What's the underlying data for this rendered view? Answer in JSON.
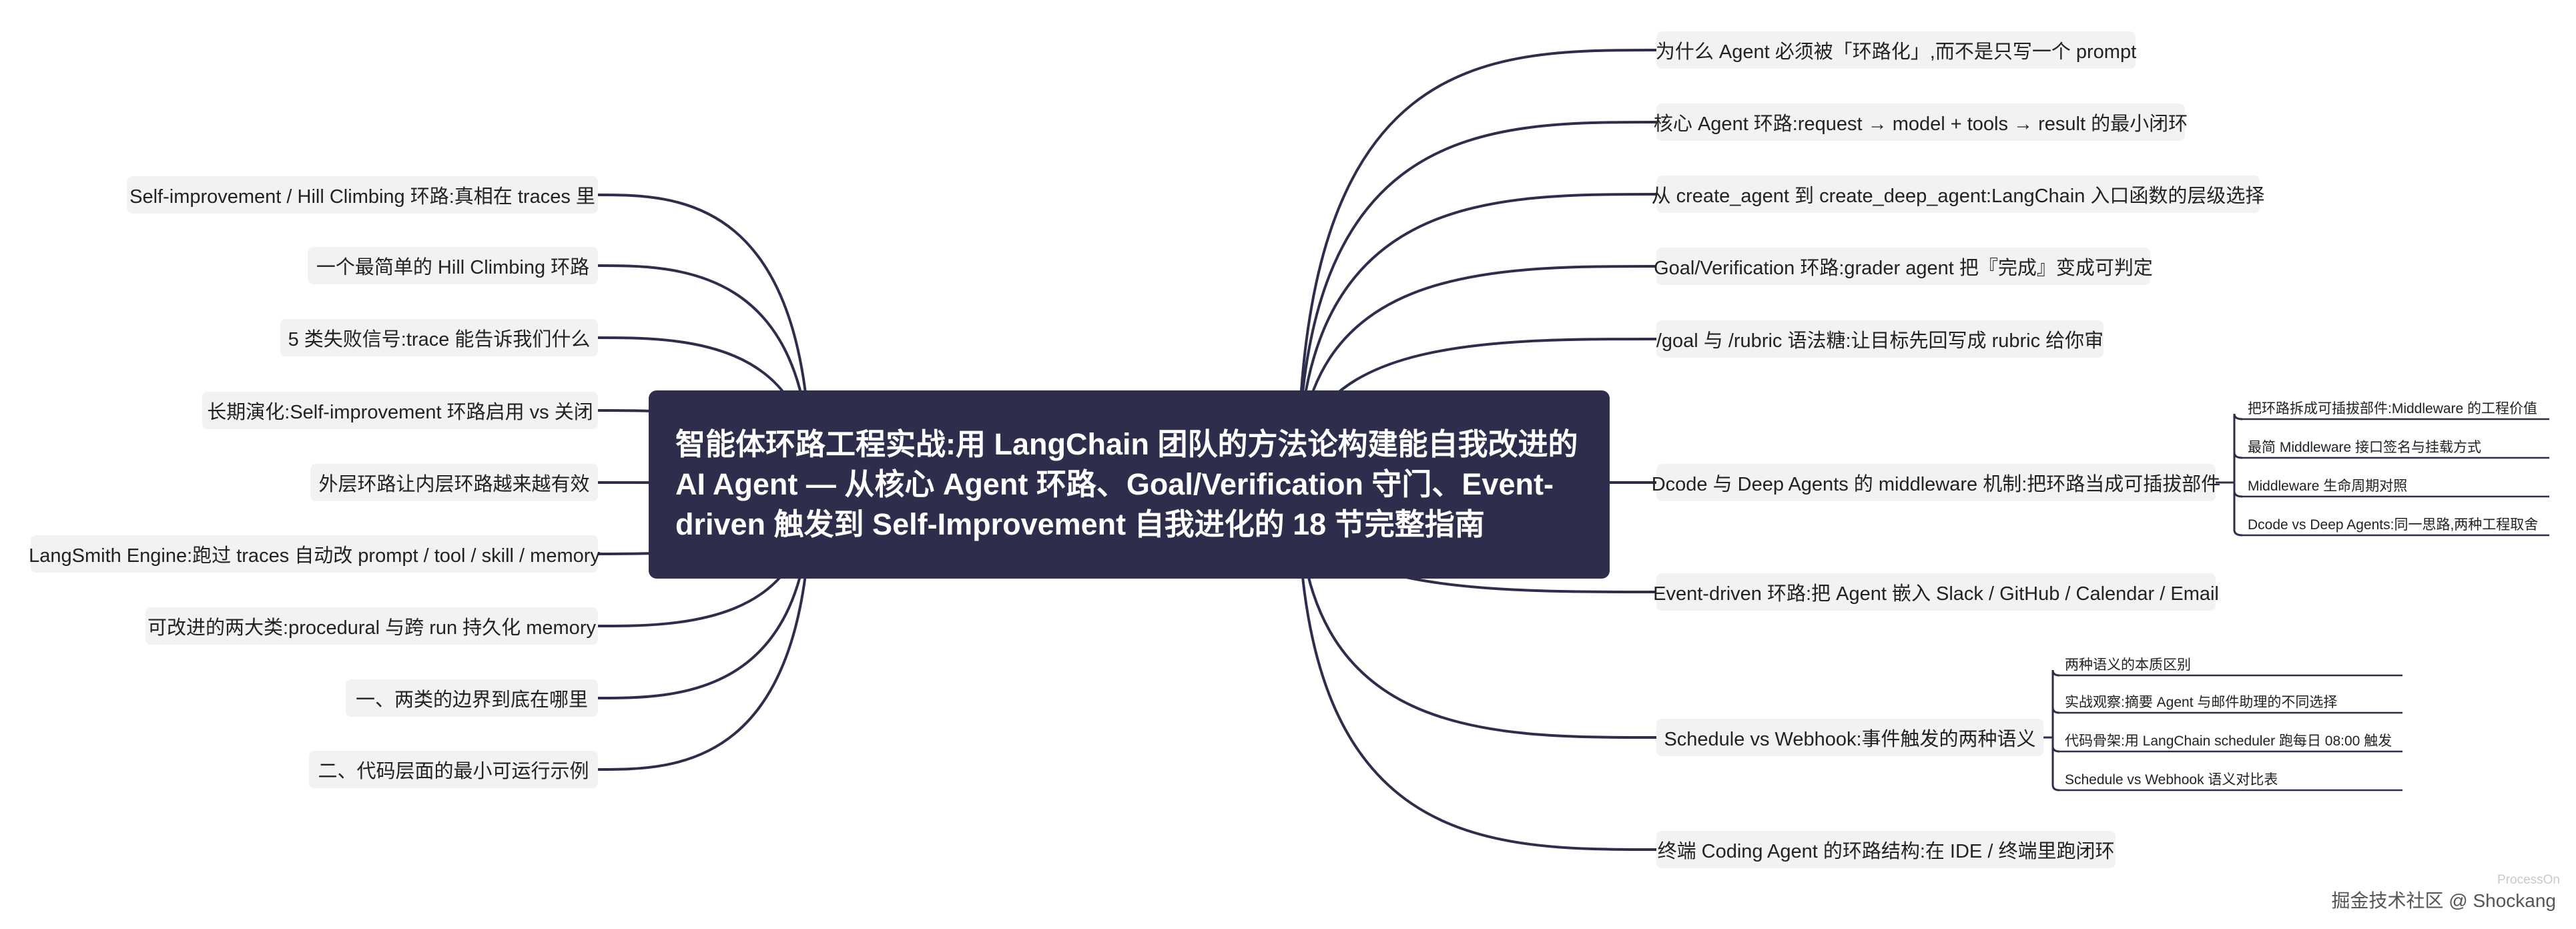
{
  "colors": {
    "root_bg": "#2e2e4c",
    "node_bg": "#f2f2f2",
    "line": "#2e2e4c"
  },
  "root": "智能体环路工程实战:用 LangChain 团队的方法论构建能自我改进的 AI Agent — 从核心 Agent 环路、Goal/Verification 守门、Event-driven 触发到 Self-Improvement 自我进化的 18 节完整指南",
  "left_branches": [
    "Self-improvement / Hill Climbing 环路:真相在 traces 里",
    "一个最简单的 Hill Climbing 环路",
    "5 类失败信号:trace 能告诉我们什么",
    "长期演化:Self-improvement 环路启用 vs 关闭",
    "外层环路让内层环路越来越有效",
    "LangSmith Engine:跑过 traces 自动改 prompt / tool / skill / memory",
    "可改进的两大类:procedural 与跨 run 持久化 memory",
    "一、两类的边界到底在哪里",
    "二、代码层面的最小可运行示例"
  ],
  "right_branches": [
    {
      "label": "为什么 Agent 必须被「环路化」,而不是只写一个 prompt",
      "children": []
    },
    {
      "label": "核心 Agent 环路:request → model + tools → result 的最小闭环",
      "children": []
    },
    {
      "label": "从 create_agent 到 create_deep_agent:LangChain 入口函数的层级选择",
      "children": []
    },
    {
      "label": "Goal/Verification 环路:grader agent 把『完成』变成可判定",
      "children": []
    },
    {
      "label": "/goal 与 /rubric 语法糖:让目标先回写成 rubric 给你审",
      "children": []
    },
    {
      "label": "Dcode 与 Deep Agents 的 middleware 机制:把环路当成可插拔部件",
      "children": [
        "把环路拆成可插拔部件:Middleware 的工程价值",
        "最简 Middleware 接口签名与挂载方式",
        "Middleware 生命周期对照",
        "Dcode vs Deep Agents:同一思路,两种工程取舍"
      ]
    },
    {
      "label": "Event-driven 环路:把 Agent 嵌入 Slack / GitHub / Calendar / Email",
      "children": []
    },
    {
      "label": "Schedule vs Webhook:事件触发的两种语义",
      "children": [
        "两种语义的本质区别",
        "实战观察:摘要 Agent 与邮件助理的不同选择",
        "代码骨架:用 LangChain scheduler 跑每日 08:00 触发",
        "Schedule vs Webhook 语义对比表"
      ]
    },
    {
      "label": "终端 Coding Agent 的环路结构:在 IDE / 终端里跑闭环",
      "children": []
    }
  ],
  "watermark": "ProcessOn",
  "credit": "掘金技术社区 @ Shockang"
}
